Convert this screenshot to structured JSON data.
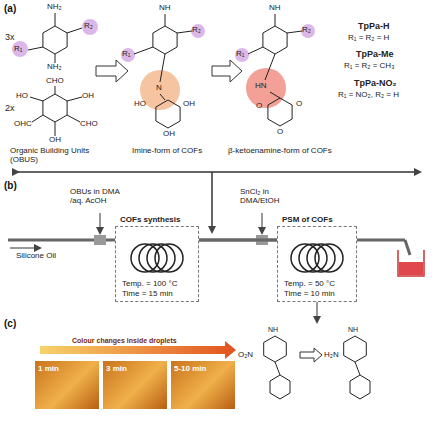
{
  "diagram": {
    "nodes": [
      {
        "text": [
          "COFs synthesis",
          "Temp. = 100 °C",
          "Time = 15 min"
        ]
      },
      {
        "text": [
          "PSM of COFs",
          "Temp. = 50 °C",
          "Time = 10 min"
        ]
      },
      {
        "text": [
          "1 min"
        ]
      },
      {
        "text": [
          "3 min"
        ]
      },
      {
        "text": [
          "5-10 min"
        ]
      }
    ],
    "edges": [
      {
        "from": 0,
        "to": 1,
        "arrow": "none"
      }
    ],
    "labels": [
      "(a)",
      "3x",
      "NH₂",
      "R₂",
      "R₁",
      "NH₂",
      "2x",
      "CHO",
      "HO",
      "OH",
      "OHC",
      "CHO",
      "OH",
      "Organic Building Units (OBUS)",
      "NH",
      "R₂",
      "R₁",
      "N",
      "HO",
      "OH",
      "OH",
      "Imine-form of COFs",
      "NH",
      "R₂",
      "R₁",
      "HN",
      "O",
      "O",
      "O",
      "β-ketoenamine-form of COFs",
      "TpPa-H",
      "R₁ = R₂ = H",
      "TpPa-Me",
      "R₁ = R₂ = CH₃",
      "TpPa-NO₂",
      "R₁ = NO₂, R₂ = H",
      "(b)",
      "OBUs in DMA /aq. AcOH",
      "SnCl₂ in DMA/EtOH",
      "Silicone Oil",
      "(c)",
      "Colour changes inside droplets",
      "O₂N",
      "H₂N",
      "NH",
      "NH"
    ]
  }
}
